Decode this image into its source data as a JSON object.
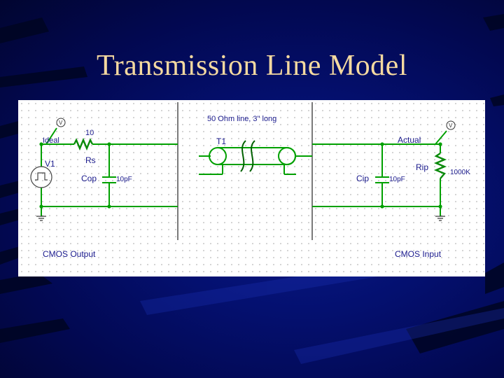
{
  "slide": {
    "title": "Transmission Line Model"
  },
  "schematic": {
    "line_label": "50 Ohm line, 3\" long",
    "t1": "T1",
    "ideal": "Ideal",
    "rs_value": "10",
    "rs": "Rs",
    "v1": "V1",
    "cop": "Cop",
    "cop_value": "10pF",
    "actual": "Actual",
    "rip": "Rip",
    "rip_value": "1000K",
    "cip": "Cip",
    "cip_value": "10pF",
    "cmos_output": "CMOS Output",
    "cmos_input": "CMOS Input",
    "probe_letter": "V"
  },
  "colors": {
    "wire": "#00a000",
    "resistor": "#0a8a0a",
    "text": "#1a1a8c",
    "title": "#f4d9a0",
    "background": "#041070"
  }
}
